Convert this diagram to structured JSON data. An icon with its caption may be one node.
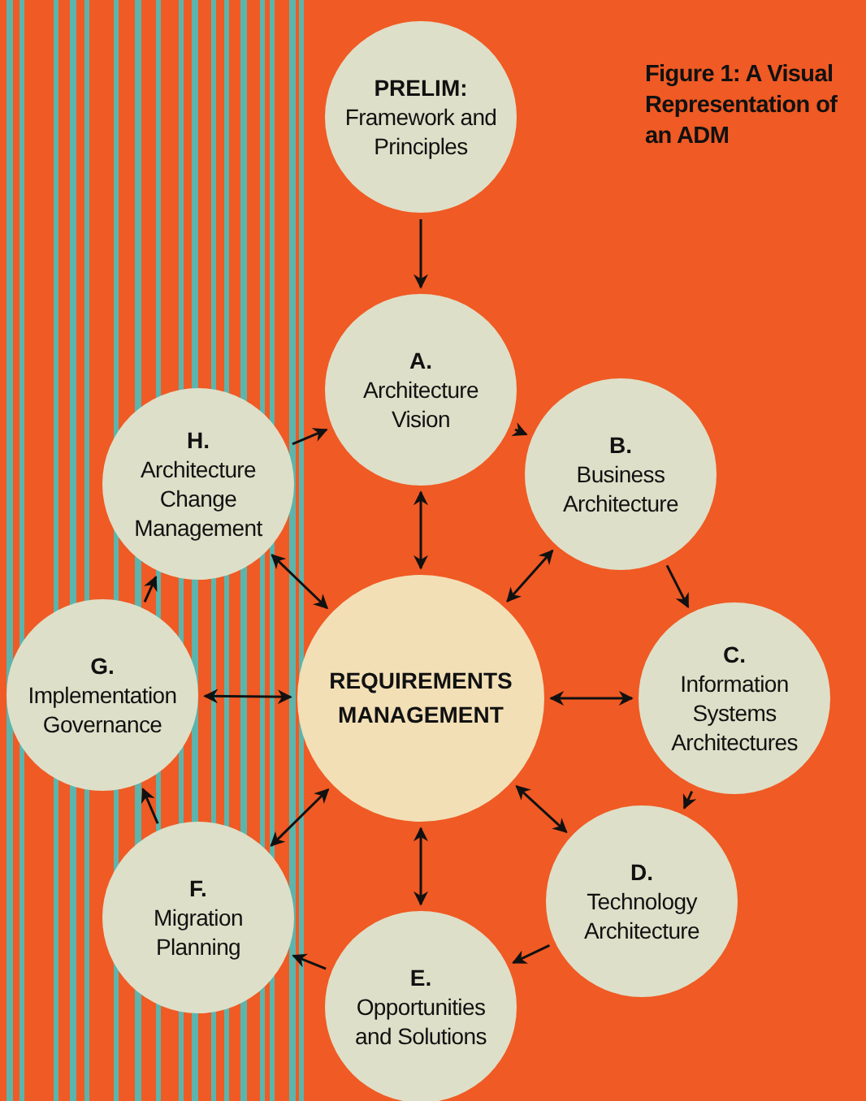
{
  "diagram": {
    "title": "Figure 1: A Visual Representation of an ADM",
    "nodes": [
      {
        "text": [
          "PRELIM:",
          "Framework and Principles"
        ]
      },
      {
        "text": [
          "A.",
          "Architecture Vision"
        ]
      },
      {
        "text": [
          "B.",
          "Business Architecture"
        ]
      },
      {
        "text": [
          "C.",
          "Information Systems Architectures"
        ]
      },
      {
        "text": [
          "D.",
          "Technology Architecture"
        ]
      },
      {
        "text": [
          "E.",
          "Opportunities and Solutions"
        ]
      },
      {
        "text": [
          "F.",
          "Migration Planning"
        ]
      },
      {
        "text": [
          "G.",
          "Implementation Governance"
        ]
      },
      {
        "text": [
          "H.",
          "Architecture Change Management"
        ]
      },
      {
        "text": [
          "REQUIREMENTS MANAGEMENT"
        ]
      }
    ],
    "edges": [
      {
        "from": 0,
        "to": 1,
        "arrow": "to"
      },
      {
        "from": 1,
        "to": 2,
        "arrow": "to"
      },
      {
        "from": 2,
        "to": 3,
        "arrow": "to"
      },
      {
        "from": 3,
        "to": 4,
        "arrow": "to"
      },
      {
        "from": 4,
        "to": 5,
        "arrow": "to"
      },
      {
        "from": 5,
        "to": 6,
        "arrow": "to"
      },
      {
        "from": 6,
        "to": 7,
        "arrow": "to"
      },
      {
        "from": 7,
        "to": 8,
        "arrow": "to"
      },
      {
        "from": 8,
        "to": 1,
        "arrow": "to"
      },
      {
        "from": 9,
        "to": 1,
        "arrow": "both"
      },
      {
        "from": 9,
        "to": 2,
        "arrow": "both"
      },
      {
        "from": 9,
        "to": 3,
        "arrow": "both"
      },
      {
        "from": 9,
        "to": 4,
        "arrow": "both"
      },
      {
        "from": 9,
        "to": 5,
        "arrow": "both"
      },
      {
        "from": 9,
        "to": 6,
        "arrow": "both"
      },
      {
        "from": 9,
        "to": 7,
        "arrow": "both"
      },
      {
        "from": 9,
        "to": 8,
        "arrow": "both"
      }
    ]
  }
}
